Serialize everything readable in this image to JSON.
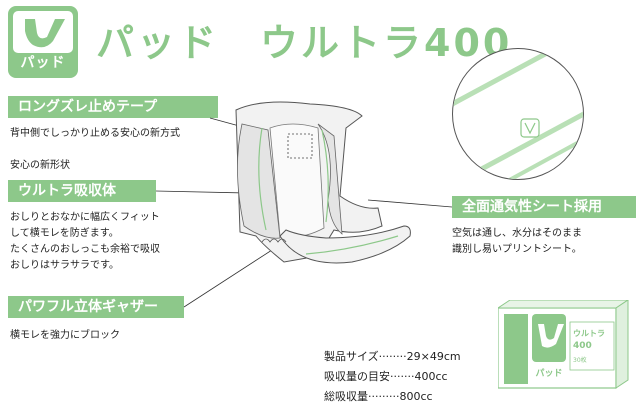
{
  "logo": {
    "label": "パッド"
  },
  "header": {
    "title": "パッド　ウルトラ400"
  },
  "features": [
    {
      "title": "ロングズレ止めテープ",
      "lines": [
        "背中側でしっかり止める安心の新方式"
      ]
    },
    {
      "title": "ウルトラ吸収体",
      "caption": "安心の新形状",
      "lines": [
        "おしりとおなかに幅広くフィット",
        "して横モレを防ぎます。",
        "たくさんのおしっこも余裕で吸収",
        "おしりはサラサラです。"
      ]
    },
    {
      "title": "パワフル立体ギャザー",
      "lines": [
        "横モレを強力にブロック"
      ]
    },
    {
      "title": "全面通気性シート採用",
      "lines": [
        "空気は通し、水分はそのまま",
        "識別し易いプリントシート。"
      ]
    }
  ],
  "specs": [
    {
      "label": "製品サイズ",
      "dots": "········",
      "value": "29×49cm"
    },
    {
      "label": "吸収量の目安",
      "dots": "·······",
      "value": "400cc"
    },
    {
      "label": "総吸収量",
      "dots": "·········",
      "value": "800cc"
    }
  ],
  "package": {
    "label": "パッド",
    "name": "ウルトラ",
    "number": "400",
    "count": "30枚"
  },
  "colors": {
    "accent": "#8dc88a",
    "text": "#222222"
  }
}
